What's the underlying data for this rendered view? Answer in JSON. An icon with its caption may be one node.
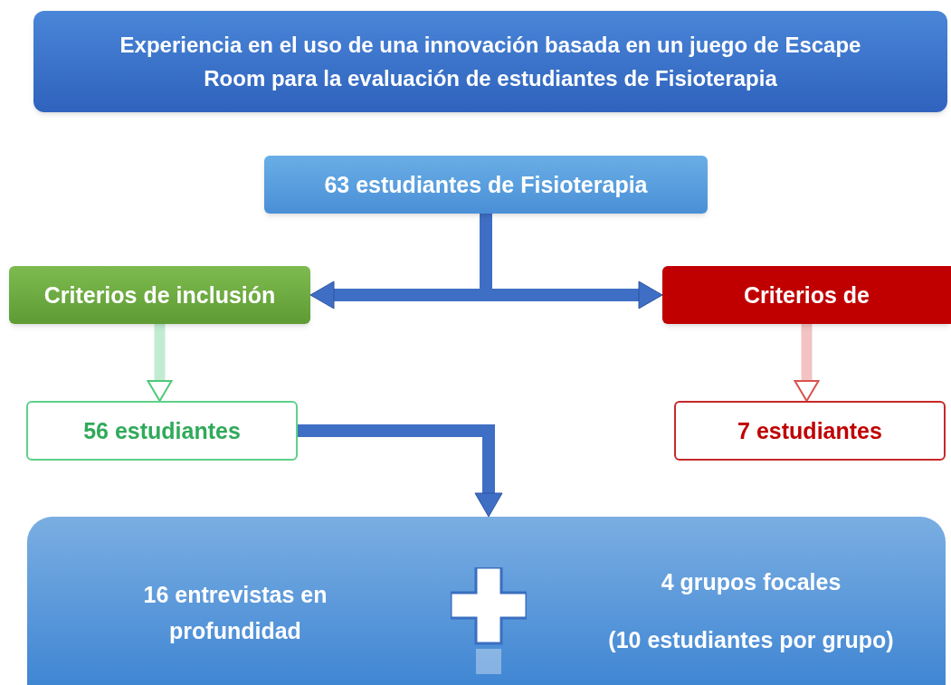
{
  "diagram": {
    "nodes": [
      {
        "text": [
          "Experiencia en el uso de una innovación basada en un juego de Escape Room para la evaluación de estudiantes de Fisioterapia"
        ]
      },
      {
        "text": [
          "63 estudiantes de Fisioterapia"
        ]
      },
      {
        "text": [
          "Criterios de inclusión"
        ]
      },
      {
        "text": [
          "Criterios de"
        ]
      },
      {
        "text": [
          "56 estudiantes"
        ]
      },
      {
        "text": [
          "7 estudiantes"
        ]
      },
      {
        "text": [
          "16 entrevistas en profundidad",
          "4 grupos focales",
          "(10 estudiantes por grupo)"
        ]
      }
    ],
    "edges": [
      {
        "from": 1,
        "to": 2,
        "arrow": "to"
      },
      {
        "from": 1,
        "to": 3,
        "arrow": "to"
      },
      {
        "from": 2,
        "to": 4,
        "arrow": "to",
        "color": "#4fc97a"
      },
      {
        "from": 3,
        "to": 5,
        "arrow": "to",
        "color": "#d9534f"
      },
      {
        "from": 4,
        "to": 6,
        "arrow": "to"
      }
    ]
  }
}
